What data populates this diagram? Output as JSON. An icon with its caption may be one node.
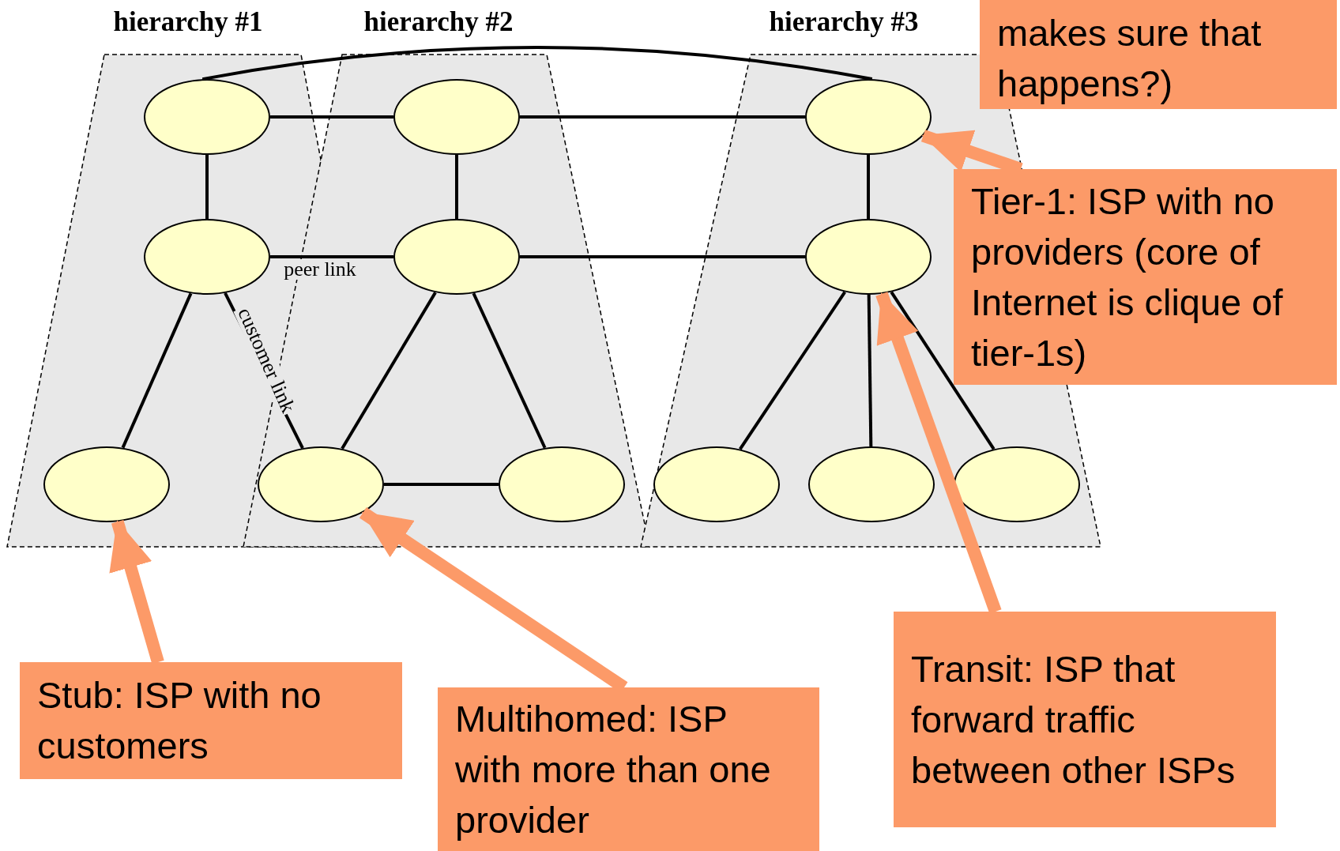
{
  "diagram": {
    "nodes": [
      {
        "text": [
          "hierarchy #1"
        ]
      },
      {
        "text": [],
        "shape": "ellipse",
        "in": 0
      },
      {
        "text": [],
        "shape": "ellipse",
        "in": 0
      },
      {
        "text": [],
        "shape": "ellipse",
        "in": 0
      },
      {
        "text": [
          "hierarchy #2"
        ]
      },
      {
        "text": [],
        "shape": "ellipse",
        "in": 4
      },
      {
        "text": [],
        "shape": "ellipse",
        "in": 4
      },
      {
        "text": [],
        "shape": "ellipse"
      },
      {
        "text": [],
        "shape": "ellipse",
        "in": 4
      },
      {
        "text": [
          "hierarchy #3"
        ]
      },
      {
        "text": [],
        "shape": "ellipse",
        "in": 9
      },
      {
        "text": [],
        "shape": "ellipse",
        "in": 9
      },
      {
        "text": [],
        "shape": "ellipse",
        "in": 9
      },
      {
        "text": [],
        "shape": "ellipse",
        "in": 9
      },
      {
        "text": [],
        "shape": "ellipse",
        "in": 9
      },
      {
        "text": [
          "makes sure that happens?)"
        ]
      },
      {
        "text": [
          "Tier-1: ISP with no providers (core of Internet is clique of tier-1s)"
        ]
      },
      {
        "text": [
          "Stub: ISP with no customers"
        ]
      },
      {
        "text": [
          "Multihomed: ISP with more than one provider"
        ]
      },
      {
        "text": [
          "Transit: ISP that forward traffic between other ISPs"
        ]
      }
    ],
    "edges": [
      {
        "from": 1,
        "to": 5,
        "arrow": "none"
      },
      {
        "from": 5,
        "to": 10,
        "arrow": "none"
      },
      {
        "from": 1,
        "to": 10,
        "arrow": "none"
      },
      {
        "from": 1,
        "to": 2,
        "arrow": "none"
      },
      {
        "from": 5,
        "to": 6,
        "arrow": "none"
      },
      {
        "from": 10,
        "to": 11,
        "arrow": "none"
      },
      {
        "from": 2,
        "to": 6,
        "arrow": "none",
        "label": "peer link"
      },
      {
        "from": 6,
        "to": 11,
        "arrow": "none"
      },
      {
        "from": 2,
        "to": 3,
        "arrow": "none"
      },
      {
        "from": 2,
        "to": 7,
        "arrow": "none",
        "label": "customer link"
      },
      {
        "from": 6,
        "to": 7,
        "arrow": "none"
      },
      {
        "from": 6,
        "to": 8,
        "arrow": "none"
      },
      {
        "from": 7,
        "to": 8,
        "arrow": "none"
      },
      {
        "from": 11,
        "to": 12,
        "arrow": "none"
      },
      {
        "from": 11,
        "to": 13,
        "arrow": "none"
      },
      {
        "from": 11,
        "to": 14,
        "arrow": "none"
      },
      {
        "from": 16,
        "to": 10,
        "arrow": "to",
        "style": "thick",
        "color": "#fc9a68"
      },
      {
        "from": 19,
        "to": 11,
        "arrow": "to",
        "style": "thick",
        "color": "#fc9a68"
      },
      {
        "from": 17,
        "to": 3,
        "arrow": "to",
        "style": "thick",
        "color": "#fc9a68"
      },
      {
        "from": 18,
        "to": 7,
        "arrow": "to",
        "style": "thick",
        "color": "#fc9a68"
      }
    ]
  }
}
